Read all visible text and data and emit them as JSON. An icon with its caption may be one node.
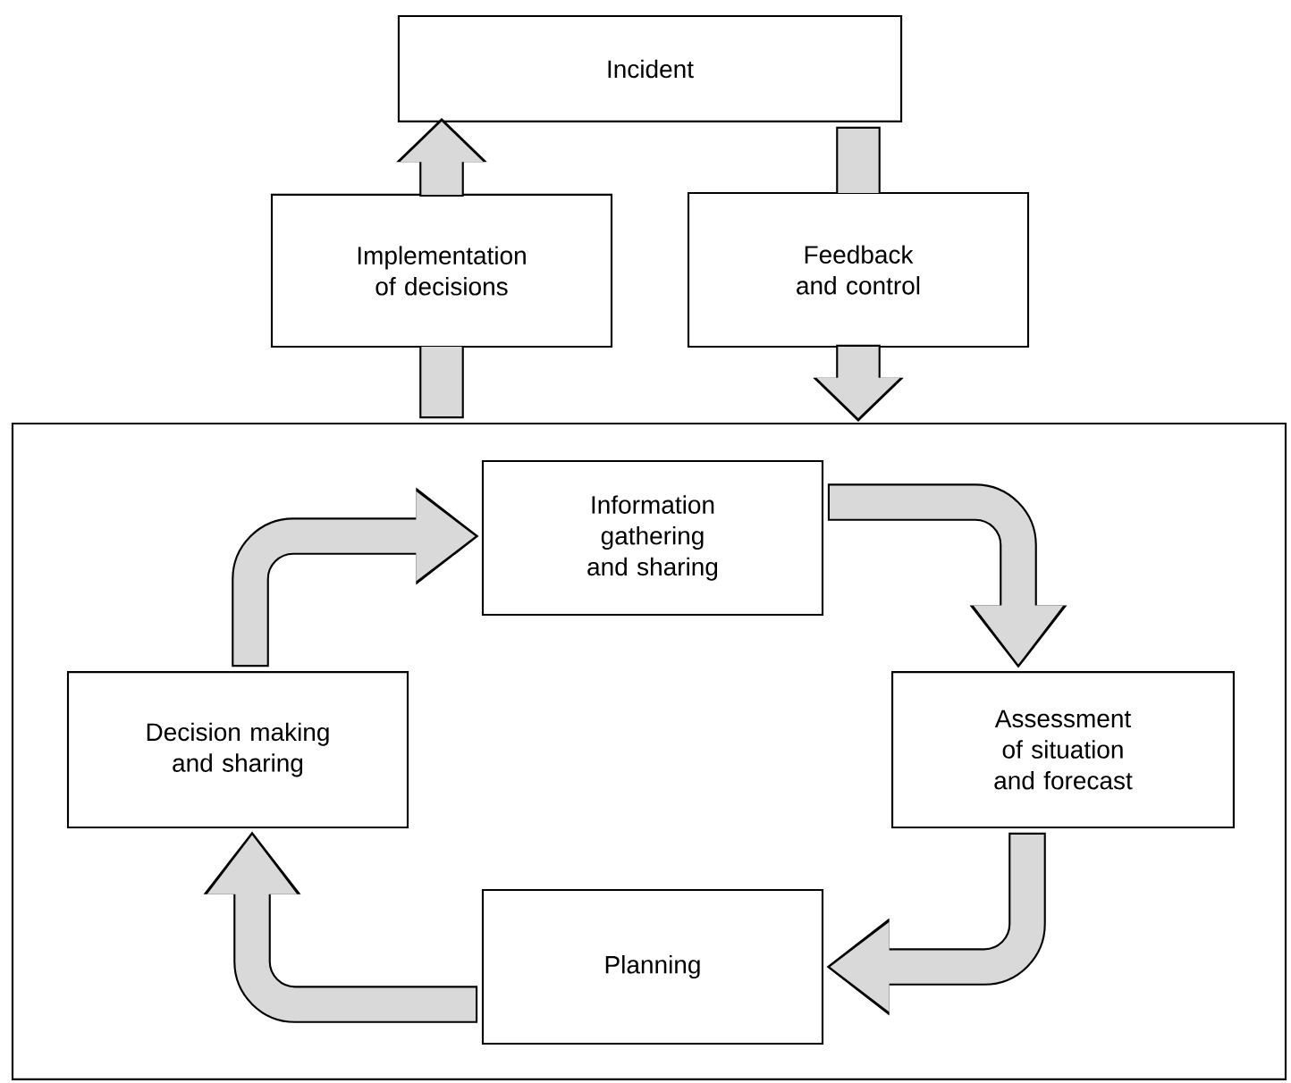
{
  "diagram": {
    "nodes": [
      {
        "text": [
          "Incident"
        ]
      },
      {
        "text": [
          "Implementation of decisions"
        ]
      },
      {
        "text": [
          "Feedback and control"
        ]
      },
      {
        "text": [],
        "shape": "box"
      },
      {
        "text": [
          "Information gathering and sharing"
        ],
        "in": 3
      },
      {
        "text": [
          "Assessment of situation and forecast"
        ],
        "in": 3
      },
      {
        "text": [
          "Planning"
        ],
        "in": 3
      },
      {
        "text": [
          "Decision making and sharing"
        ],
        "in": 3
      }
    ],
    "edges": [
      {
        "from": 3,
        "to": 1,
        "arrow": "none"
      },
      {
        "from": 1,
        "to": 0,
        "arrow": "to"
      },
      {
        "from": 0,
        "to": 2,
        "arrow": "none"
      },
      {
        "from": 2,
        "to": 3,
        "arrow": "to"
      },
      {
        "from": 7,
        "to": 4,
        "arrow": "to"
      },
      {
        "from": 4,
        "to": 5,
        "arrow": "to"
      },
      {
        "from": 5,
        "to": 6,
        "arrow": "to"
      },
      {
        "from": 6,
        "to": 7,
        "arrow": "to"
      }
    ]
  }
}
